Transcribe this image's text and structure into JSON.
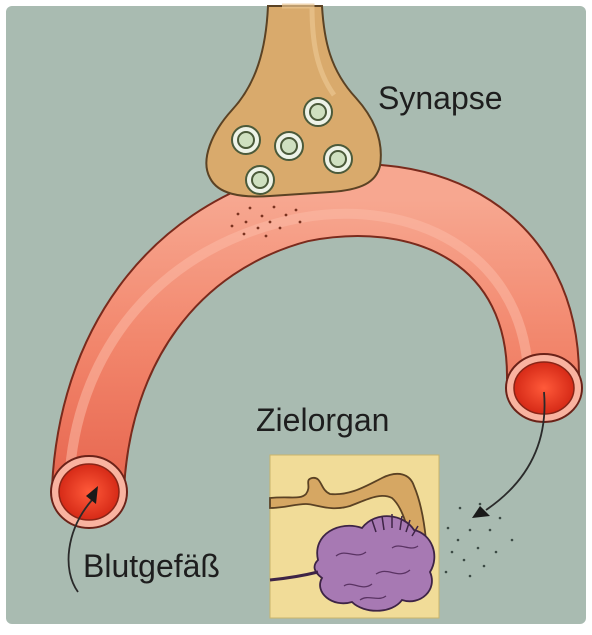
{
  "diagram": {
    "labels": {
      "synapse": "Synapse",
      "target_organ": "Zielorgan",
      "blood_vessel": "Blutgefäß"
    }
  },
  "colors": {
    "background": "#a9bbb1",
    "vessel": "#f07d63",
    "vessel_highlight": "#f7a48c",
    "vessel_lumen": "#e23a22",
    "neuron_terminal": "#d8a86a",
    "organ_panel": "#f1dc98",
    "organ_cells": "#a779b3"
  }
}
